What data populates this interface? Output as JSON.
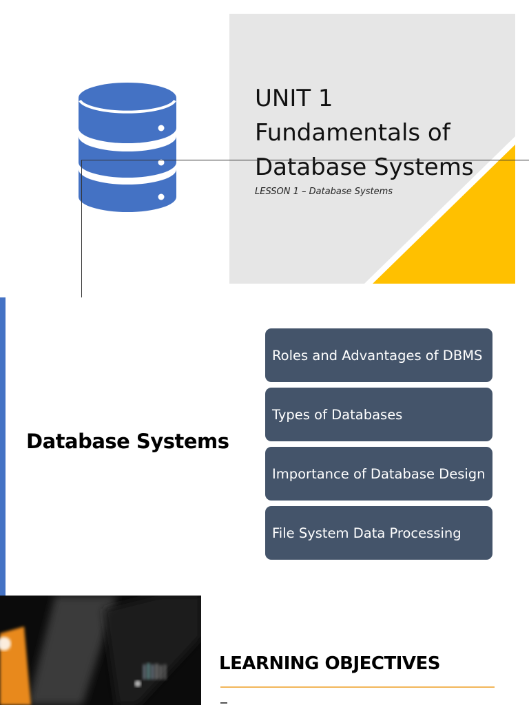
{
  "slide1": {
    "title_lines": [
      "UNIT 1",
      "Fundamentals of",
      "Database Systems"
    ],
    "subtitle": "LESSON 1 – Database Systems",
    "icon": "database-icon",
    "colors": {
      "icon": "#4472c4",
      "panel": "#e6e6e6",
      "triangle": "#ffc000"
    }
  },
  "slide2": {
    "title": "Database Systems",
    "topics": [
      "Roles and Advantages of DBMS",
      "Types of Databases",
      "Importance of Database Design",
      "File System Data Processing"
    ],
    "colors": {
      "accent": "#4472c4",
      "box": "#44546a"
    }
  },
  "slide3": {
    "title": "LEARNING OBJECTIVES",
    "colors": {
      "rule": "#f2b65a"
    }
  }
}
